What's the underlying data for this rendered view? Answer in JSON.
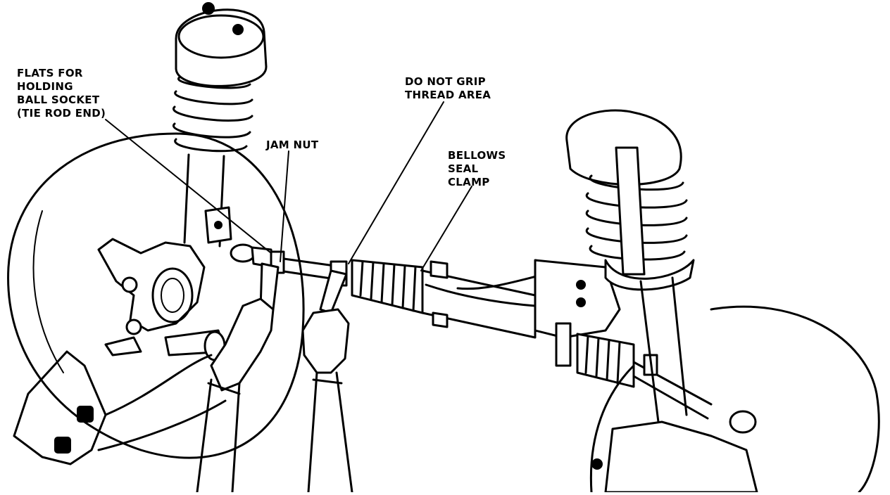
{
  "callouts": {
    "flats": "FLATS FOR\nHOLDING\nBALL SOCKET\n(TIE ROD END)",
    "jam_nut": "JAM NUT",
    "no_grip": "DO NOT GRIP\nTHREAD AREA",
    "bellows": "BELLOWS\nSEAL\nCLAMP"
  }
}
